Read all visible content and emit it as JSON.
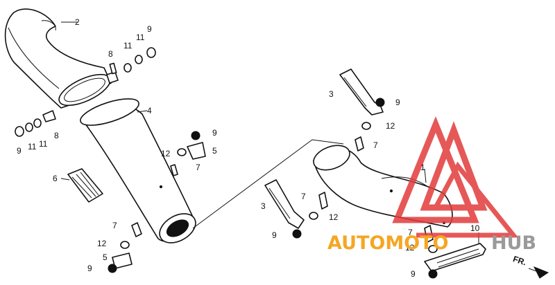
{
  "callouts": {
    "c1": "1",
    "c2": "2",
    "c3a": "3",
    "c3b": "3",
    "c4": "4",
    "c5a": "5",
    "c5b": "5",
    "c6": "6",
    "c7a": "7",
    "c7b": "7",
    "c7c": "7",
    "c7d": "7",
    "c7e": "7",
    "c8a": "8",
    "c8b": "8",
    "c9a": "9",
    "c9b": "9",
    "c9c": "9",
    "c9d": "9",
    "c9e": "9",
    "c9f": "9",
    "c9g": "9",
    "c10": "10",
    "c11a": "11",
    "c11b": "11",
    "c11c": "11",
    "c11d": "11",
    "c12a": "12",
    "c12b": "12",
    "c12c": "12",
    "c12d": "12",
    "c12e": "12"
  },
  "direction_arrow": {
    "label": "FR."
  },
  "watermark": {
    "text_orange": "AUTOMOTO",
    "text_grey": "HUB",
    "color_orange": "#f5a623",
    "color_grey": "#9a9a9a",
    "logo_color": "#e23b3b"
  }
}
